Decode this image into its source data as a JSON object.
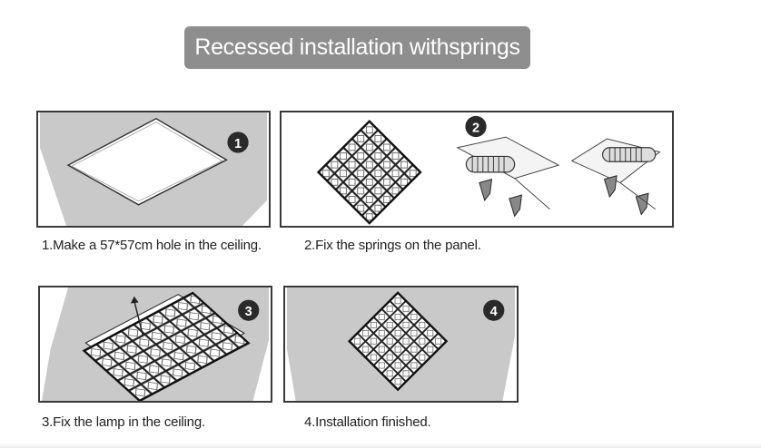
{
  "title": "Recessed installation withsprings",
  "steps": [
    {
      "number": "1",
      "caption": "1.Make a 57*57cm hole in the ceiling."
    },
    {
      "number": "2",
      "caption": "2.Fix the springs on the panel."
    },
    {
      "number": "3",
      "caption": "3.Fix the lamp in the ceiling."
    },
    {
      "number": "4",
      "caption": "4.Installation finished."
    }
  ],
  "colors": {
    "title_bg": "#8e8e8e",
    "ceiling": "#c9c9c9",
    "badge": "#2a2a2a"
  },
  "icons": [
    "number-badge-icon",
    "ceiling-hole-illustration",
    "led-panel-grid-illustration",
    "spring-clip-illustration"
  ]
}
